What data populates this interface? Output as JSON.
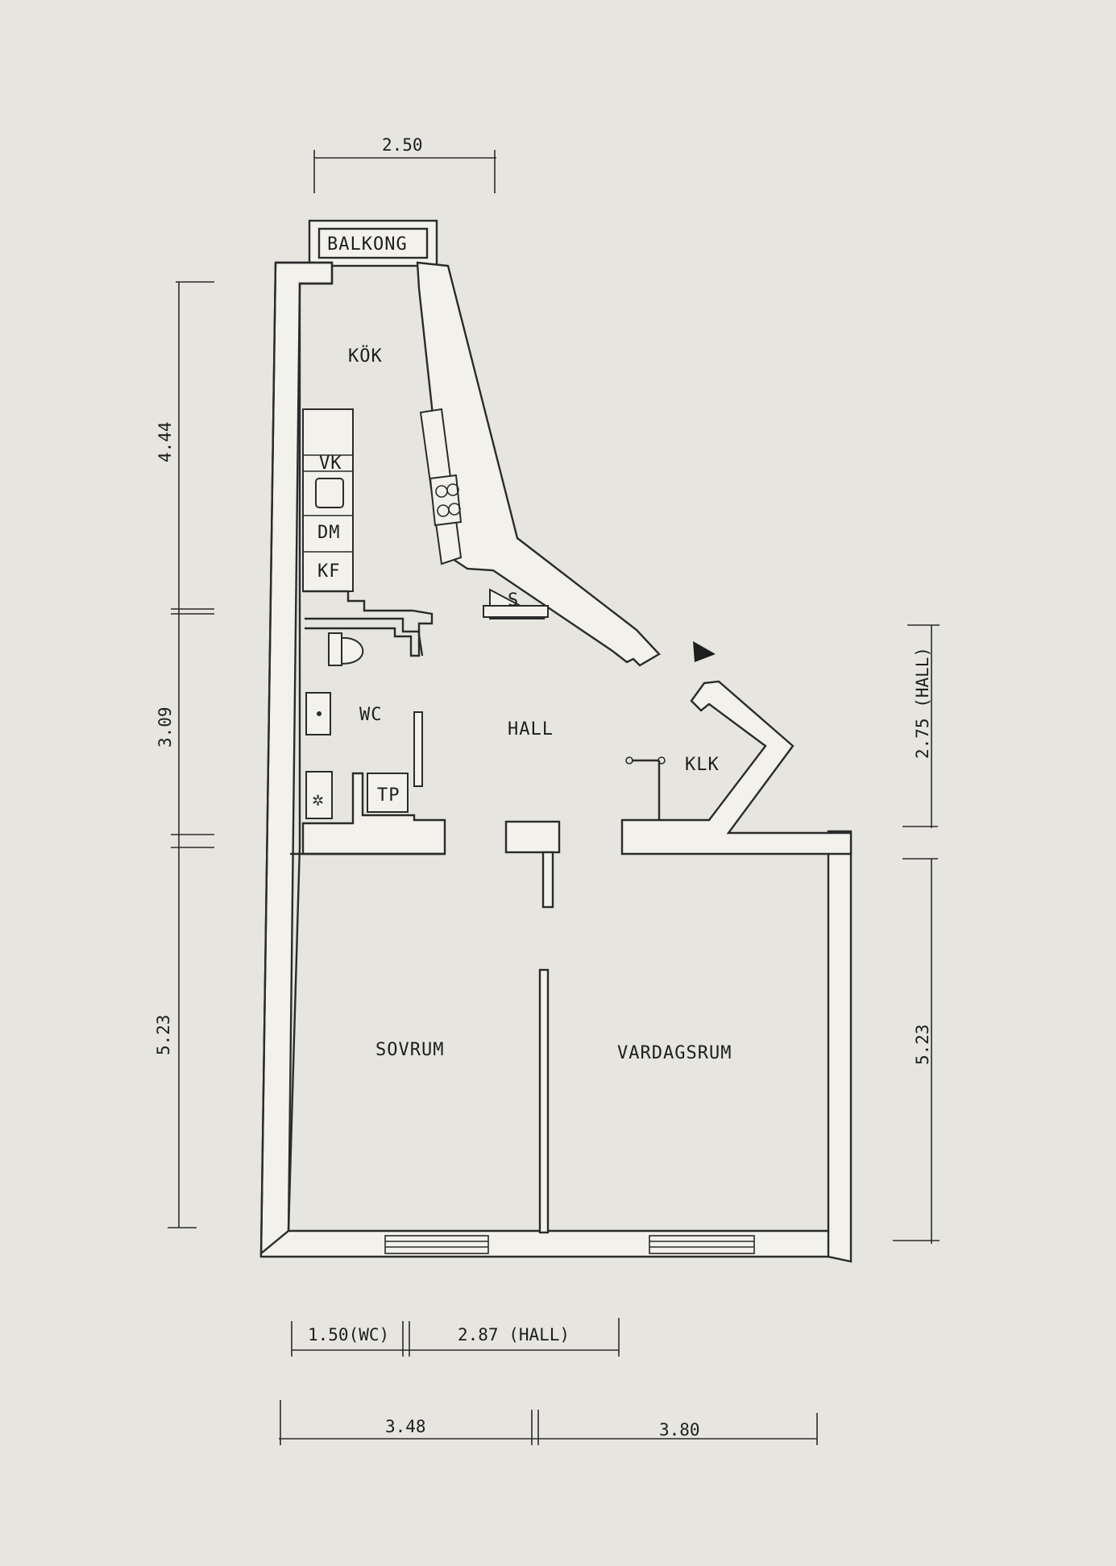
{
  "rooms": {
    "balkong": "BALKONG",
    "kok": "KÖK",
    "vk": "VK",
    "dm": "DM",
    "kf": "KF",
    "s": "S",
    "wc": "WC",
    "tp": "TP",
    "hall": "HALL",
    "klk": "KLK",
    "sovrum": "SOVRUM",
    "vardagsrum": "VARDAGSRUM"
  },
  "dimensions": {
    "top_width": "2.50",
    "left_kitchen": "4.44",
    "left_wc": "3.09",
    "left_bedroom": "5.23",
    "right_hall": "2.75 (HALL)",
    "right_living": "5.23",
    "bottom_wc": "1.50(WC)",
    "bottom_hall": "2.87 (HALL)",
    "bottom_left": "3.48",
    "bottom_right": "3.80"
  }
}
